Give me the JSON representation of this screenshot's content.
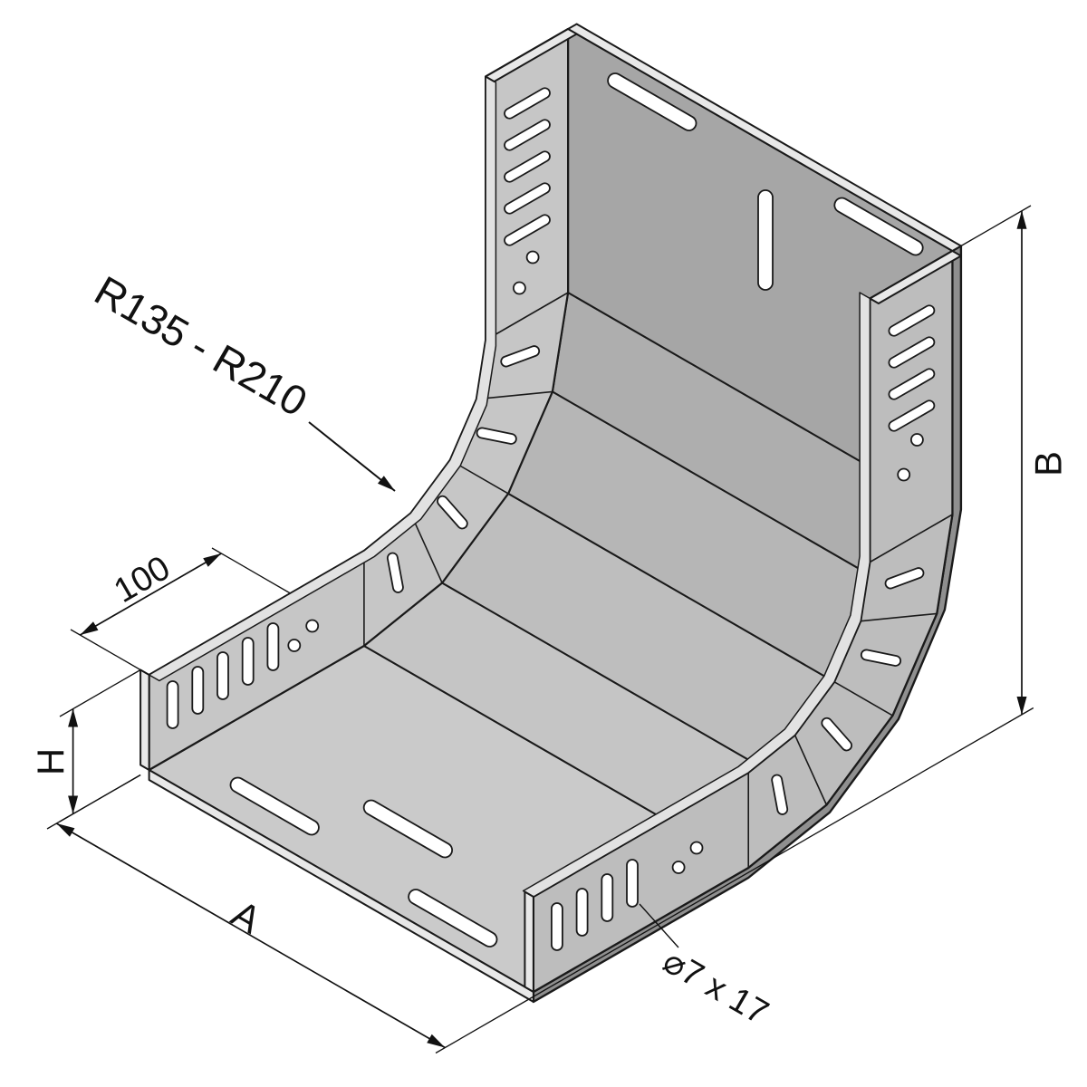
{
  "drawing": {
    "type": "isometric technical drawing",
    "subject": "perforated cable tray 90-degree vertical inside bend"
  },
  "labels": {
    "radius_range": "R135 - R210",
    "tangent_length": "100",
    "rail_height": "H",
    "width": "A",
    "leg_height": "B",
    "slot_size": "⌀7 x 17"
  },
  "palette": {
    "outline": "#1a1a1a",
    "surface_light": "#cacaca",
    "surface_dark": "#a6a6a6",
    "rail_near": "#c6c6c6",
    "rail_far": "#bdbdbd",
    "cut_face": "#e8e8e8",
    "flange": "#e2e2e2",
    "edge_band": "#8f8f8f",
    "background": "#ffffff"
  }
}
